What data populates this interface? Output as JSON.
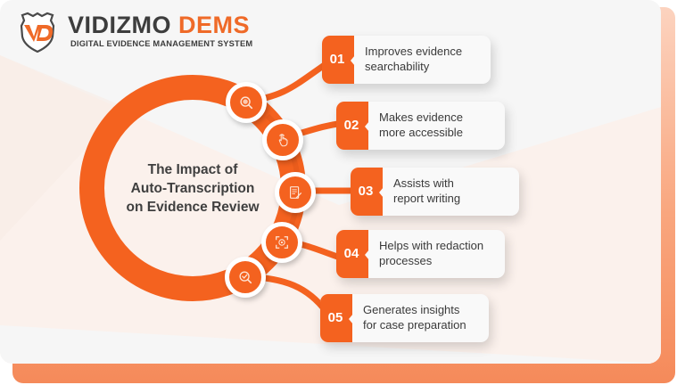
{
  "brand": {
    "logo_mark": "VD",
    "name_part1": "VIDIZMO",
    "name_part2": "DEMS",
    "subtitle": "DIGITAL EVIDENCE MANAGEMENT SYSTEM",
    "colors": {
      "accent": "#f4621f",
      "dark": "#3d3d3d"
    }
  },
  "diagram": {
    "title_lines": [
      "The Impact of",
      "Auto-Transcription",
      "on Evidence Review"
    ],
    "items": [
      {
        "number": "01",
        "line1": "Improves evidence",
        "line2": "searchability",
        "icon": "search-icon"
      },
      {
        "number": "02",
        "line1": "Makes evidence",
        "line2": "more accessible",
        "icon": "touch-hand-icon"
      },
      {
        "number": "03",
        "line1": "Assists with",
        "line2": "report writing",
        "icon": "document-edit-icon"
      },
      {
        "number": "04",
        "line1": "Helps with redaction",
        "line2": "processes",
        "icon": "face-scan-icon"
      },
      {
        "number": "05",
        "line1": "Generates insights",
        "line2": "for case preparation",
        "icon": "search-check-icon"
      }
    ]
  }
}
